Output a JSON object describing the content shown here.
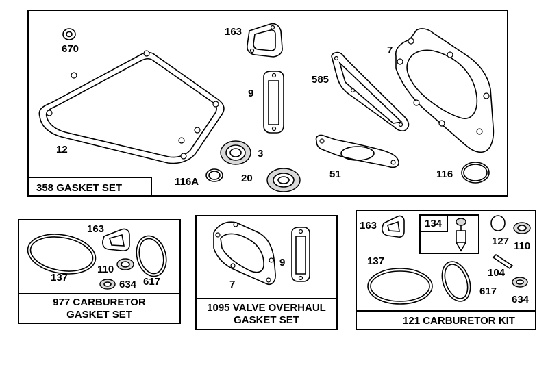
{
  "panels": {
    "gasket_set": {
      "title": "358 GASKET SET",
      "parts": [
        "670",
        "163",
        "7",
        "585",
        "9",
        "12",
        "3",
        "116A",
        "20",
        "51",
        "116"
      ]
    },
    "carburetor_gasket_set": {
      "title_line1": "977 CARBURETOR",
      "title_line2": "GASKET SET",
      "parts": [
        "163",
        "137",
        "110",
        "634",
        "617"
      ]
    },
    "valve_overhaul_gasket_set": {
      "title_line1": "1095 VALVE OVERHAUL",
      "title_line2": "GASKET SET",
      "parts": [
        "7",
        "9"
      ]
    },
    "carburetor_kit": {
      "title": "121 CARBURETOR KIT",
      "parts": [
        "163",
        "134",
        "127",
        "110",
        "137",
        "104",
        "617",
        "634"
      ]
    }
  }
}
